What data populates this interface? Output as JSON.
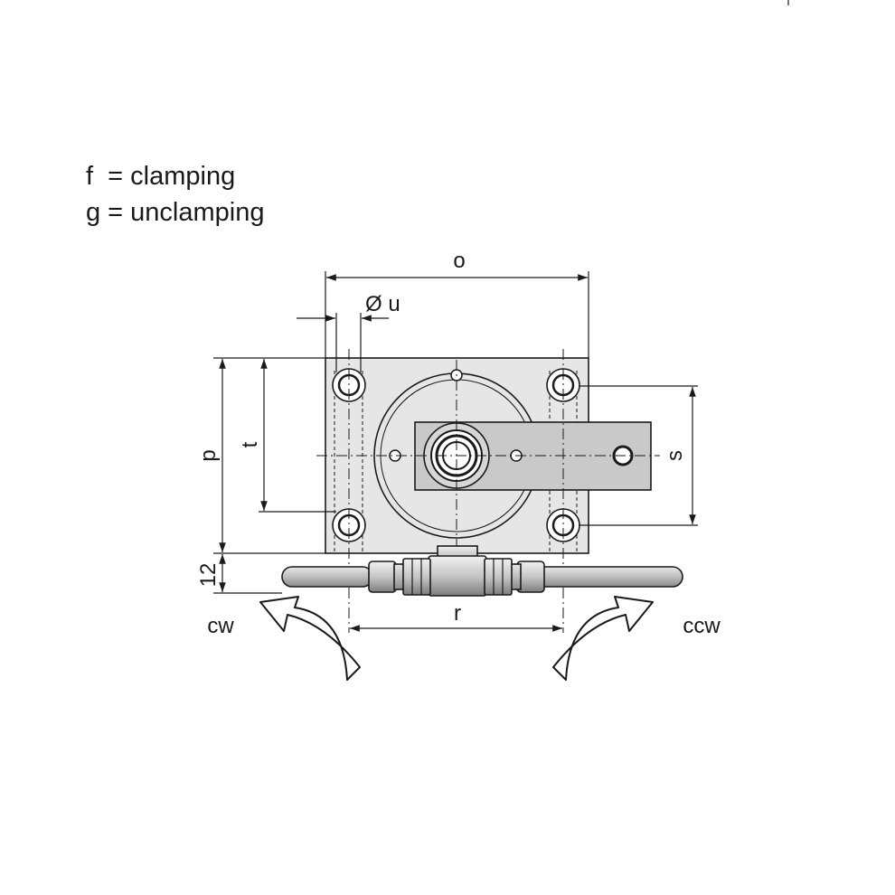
{
  "legend": {
    "line_f": "f  = clamping",
    "line_g": "g = unclamping"
  },
  "dimensions": {
    "o": "o",
    "u": "Ø u",
    "p": "p",
    "t": "t",
    "s": "s",
    "twelve": "12",
    "r": "r"
  },
  "rotation": {
    "cw": "cw",
    "ccw": "ccw"
  },
  "colors": {
    "plate": "#e6e6e6",
    "tab": "#c9c9c9",
    "pipe": "#bdbdbd",
    "line": "#1a1a1a"
  }
}
